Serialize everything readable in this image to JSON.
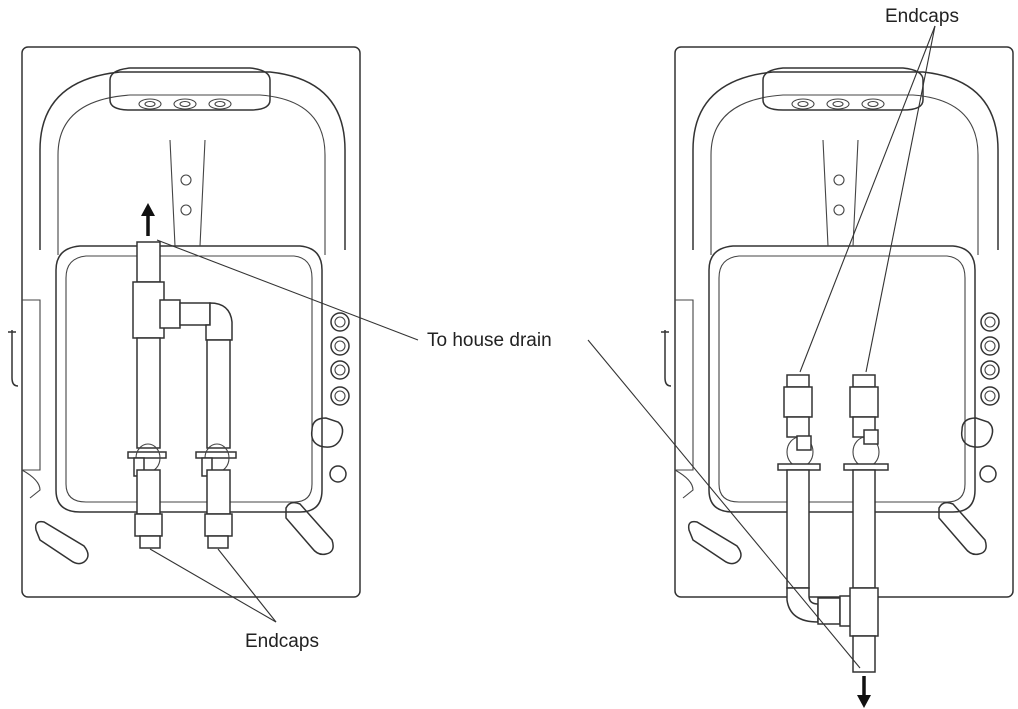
{
  "labels": {
    "house_drain": "To house drain",
    "endcaps_left": "Endcaps",
    "endcaps_right": "Endcaps"
  },
  "colors": {
    "line": "#333333",
    "background": "#ffffff",
    "text": "#222222"
  },
  "views": [
    {
      "id": "left",
      "drain_flow": "up"
    },
    {
      "id": "right",
      "drain_flow": "down"
    }
  ]
}
